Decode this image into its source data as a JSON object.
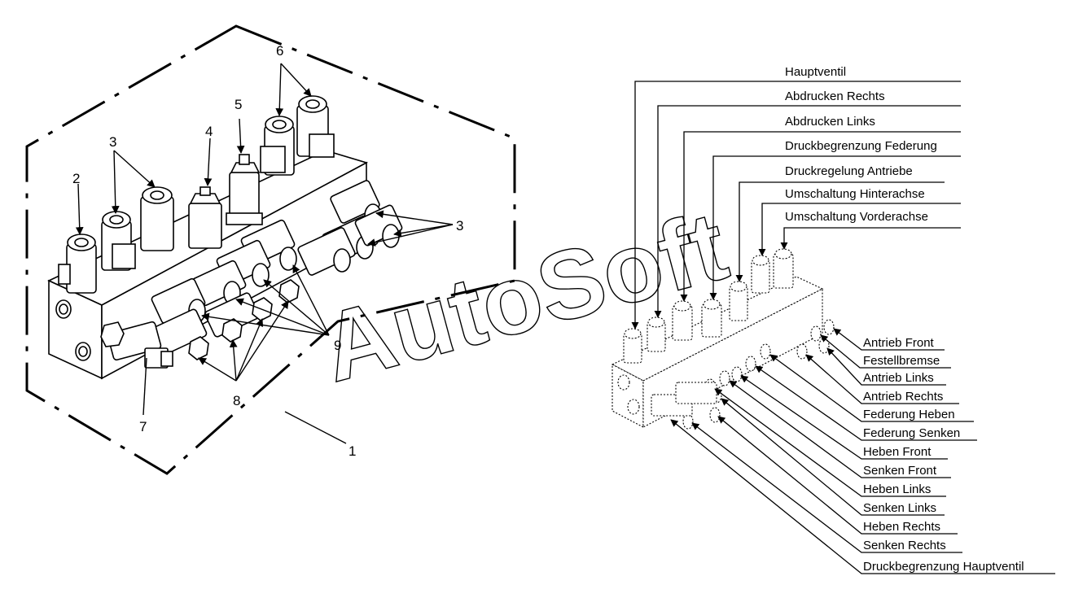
{
  "left_diagram": {
    "callouts": [
      "1",
      "2",
      "3",
      "3",
      "4",
      "5",
      "6",
      "7",
      "8",
      "9"
    ]
  },
  "right_diagram": {
    "top_labels": [
      "Hauptventil",
      "Abdrucken Rechts",
      "Abdrucken Links",
      "Druckbegrenzung Federung",
      "Druckregelung Antriebe",
      "Umschaltung Hinterachse",
      "Umschaltung Vorderachse"
    ],
    "right_labels": [
      "Antrieb Front",
      "Festellbremse",
      "Antrieb Links",
      "Antrieb Rechts",
      "Federung Heben",
      "Federung Senken",
      "Heben Front",
      "Senken Front",
      "Heben Links",
      "Senken Links",
      "Heben Rechts",
      "Senken Rechts",
      "Druckbegrenzung Hauptventil"
    ]
  },
  "watermark": {
    "text": "AutoSoft"
  }
}
